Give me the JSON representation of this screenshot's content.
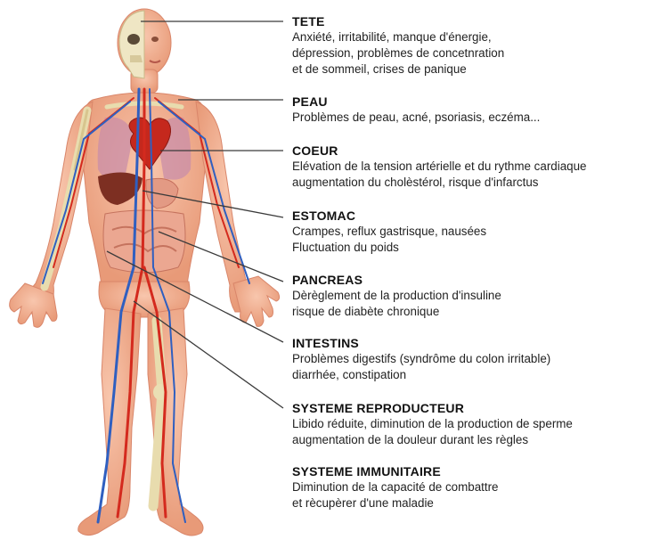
{
  "organs": [
    {
      "id": "tete",
      "title": "TETE",
      "lines": [
        "Anxiété, irritabilité, manque d'énergie,",
        "dépression, problèmes de concetnration",
        "et de sommeil, crises de panique"
      ]
    },
    {
      "id": "peau",
      "title": "PEAU",
      "lines": [
        "Problèmes de peau, acné, psoriasis, eczéma..."
      ]
    },
    {
      "id": "coeur",
      "title": "COEUR",
      "lines": [
        "Elévation de la tension artérielle et du rythme cardiaque",
        "augmentation du cholèstérol, risque d'infarctus"
      ]
    },
    {
      "id": "estomac",
      "title": "ESTOMAC",
      "lines": [
        "Crampes, reflux gastrisque, nausées",
        "Fluctuation du poids"
      ]
    },
    {
      "id": "pancreas",
      "title": "PANCREAS",
      "lines": [
        "Dèrèglement de la production d'insuline",
        "risque de diabète chronique"
      ]
    },
    {
      "id": "intestins",
      "title": "INTESTINS",
      "lines": [
        "Problèmes digestifs (syndrôme du colon irritable)",
        "diarrhée, constipation"
      ]
    },
    {
      "id": "reproducteur",
      "title": "SYSTEME REPRODUCTEUR",
      "lines": [
        "Libido réduite, diminution de la production de sperme",
        "augmentation de la douleur durant les règles"
      ]
    },
    {
      "id": "immunitaire",
      "title": "SYSTEME IMMUNITAIRE",
      "lines": [
        "Diminution de la capacité de combattre",
        "et rècupèrer d'une maladie"
      ]
    }
  ],
  "colors": {
    "skin": "#f4b69a",
    "skin_shadow": "#e0916f",
    "bone": "#eadfb4",
    "artery": "#d42a1e",
    "vein": "#2f5fc0",
    "leader_line": "#3a3a3a"
  }
}
